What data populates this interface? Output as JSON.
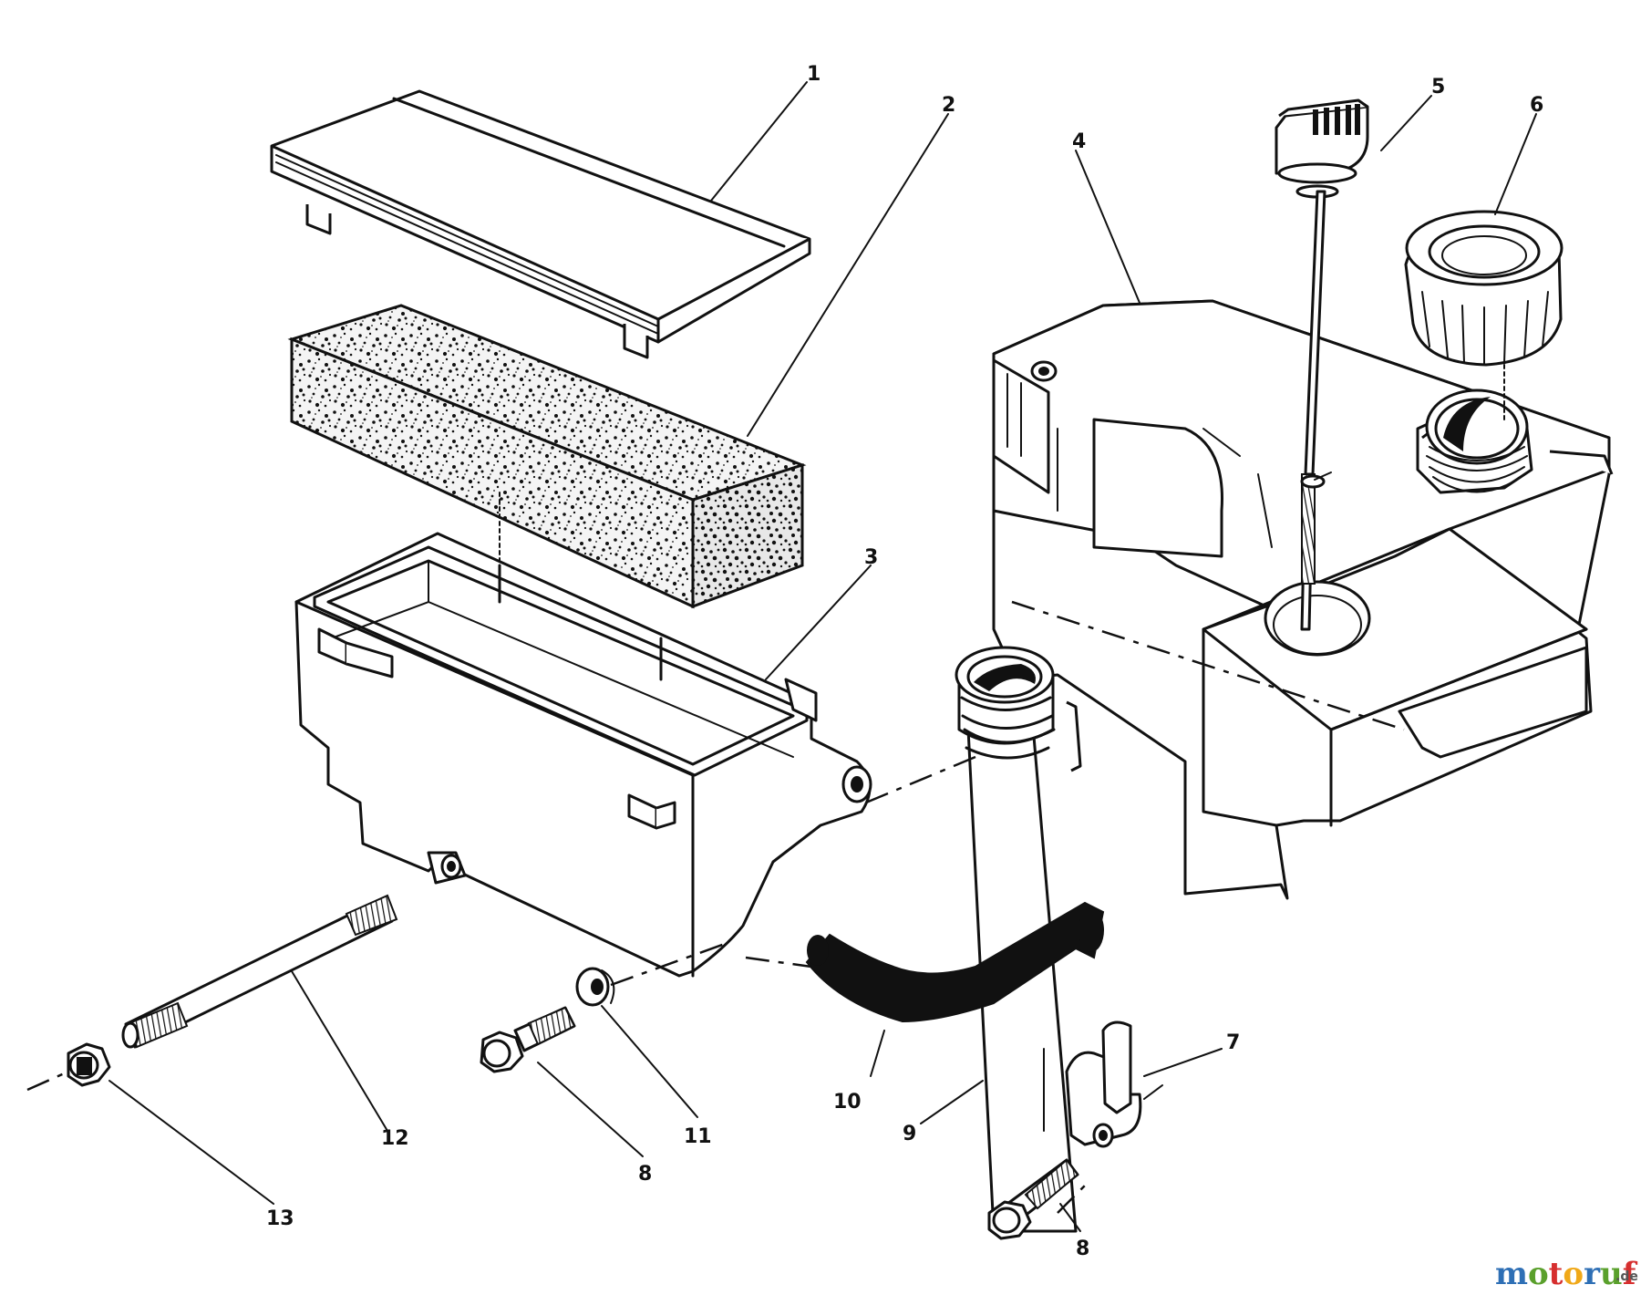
{
  "callouts": {
    "c1": "1",
    "c2": "2",
    "c3": "3",
    "c4": "4",
    "c5": "5",
    "c6": "6",
    "c7": "7",
    "c8a": "8",
    "c8b": "8",
    "c9": "9",
    "c10": "10",
    "c11": "11",
    "c12": "12",
    "c13": "13"
  },
  "watermark": {
    "letters": [
      {
        "ch": "m",
        "color": "#2e6fb5"
      },
      {
        "ch": "o",
        "color": "#5aa02c"
      },
      {
        "ch": "t",
        "color": "#d62f2f"
      },
      {
        "ch": "o",
        "color": "#f0a818"
      },
      {
        "ch": "r",
        "color": "#2e6fb5"
      },
      {
        "ch": "u",
        "color": "#5aa02c"
      },
      {
        "ch": "f",
        "color": "#d62f2f"
      }
    ],
    "suffix": ".de"
  }
}
